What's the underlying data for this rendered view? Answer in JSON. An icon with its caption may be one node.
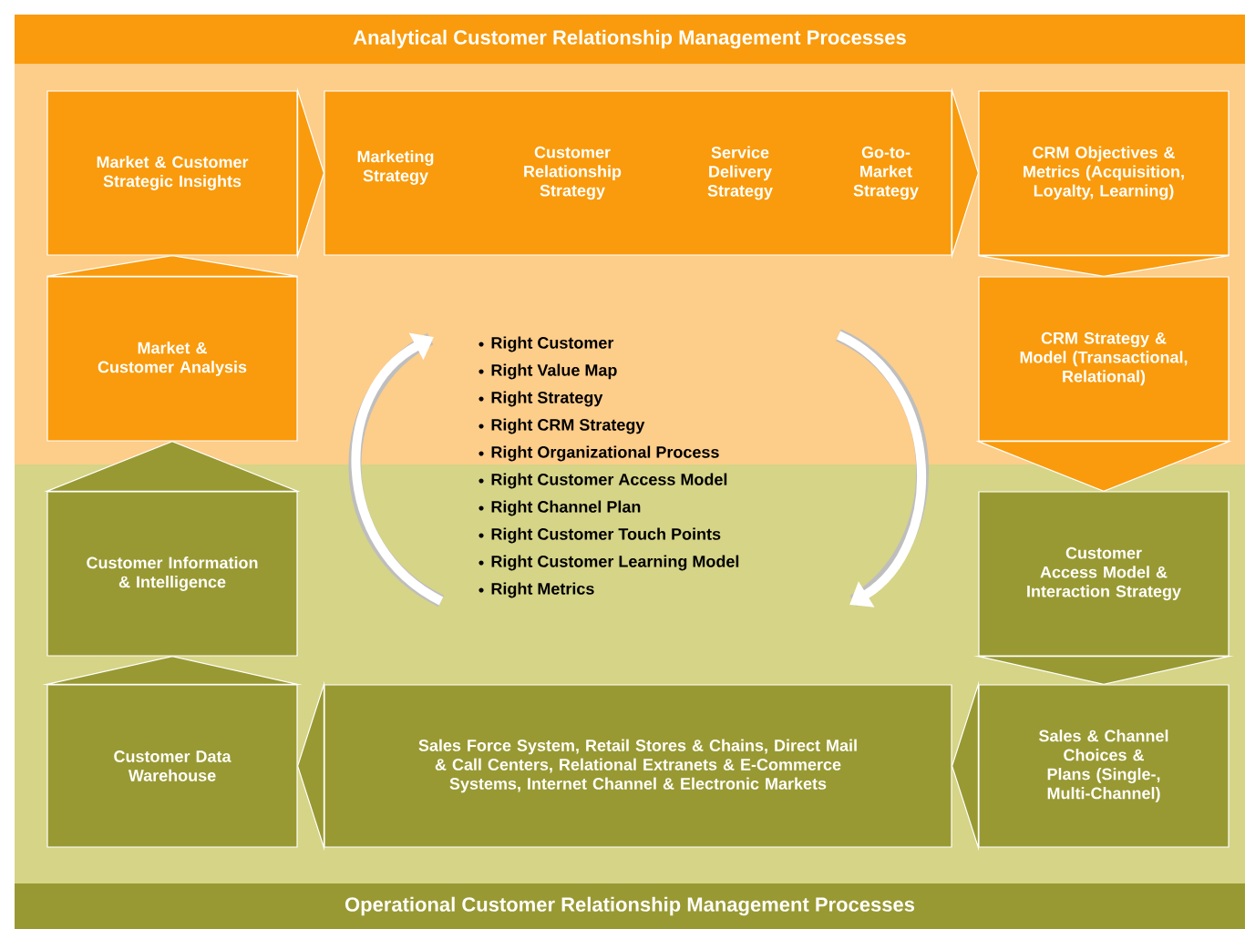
{
  "diagram": {
    "nodes": [
      {
        "text": [
          "Analytical Customer Relationship Management Processes"
        ]
      },
      {
        "text": [
          "Market & Customer Strategic Insights"
        ]
      },
      {
        "text": [
          "Marketing Strategy",
          "Customer Relationship Strategy",
          "Service Delivery Strategy",
          "Go-to-Market Strategy"
        ]
      },
      {
        "text": [
          "CRM Objectives & Metrics (Acquisition, Loyalty, Learning)"
        ]
      },
      {
        "text": [
          "CRM Strategy & Model (Transactional, Relational)"
        ]
      },
      {
        "text": [
          "Customer Access Model & Interaction Strategy"
        ]
      },
      {
        "text": [
          "Sales & Channel Choices & Plans (Single-, Multi-Channel)"
        ]
      },
      {
        "text": [
          "Sales Force System, Retail Stores & Chains, Direct Mail & Call Centers, Relational Extranets & E-Commerce Systems, Internet Channel & Electronic Markets"
        ]
      },
      {
        "text": [
          "Customer Data Warehouse"
        ]
      },
      {
        "text": [
          "Customer Information & Intelligence"
        ]
      },
      {
        "text": [
          "Market & Customer Analysis"
        ]
      },
      {
        "text": [
          "Operational Customer Relationship Management Processes"
        ]
      }
    ],
    "edges": [
      {
        "from": 1,
        "to": 2,
        "arrow": "to"
      },
      {
        "from": 2,
        "to": 3,
        "arrow": "to"
      },
      {
        "from": 3,
        "to": 4,
        "arrow": "to"
      },
      {
        "from": 4,
        "to": 5,
        "arrow": "to"
      },
      {
        "from": 5,
        "to": 6,
        "arrow": "to"
      },
      {
        "from": 6,
        "to": 7,
        "arrow": "to"
      },
      {
        "from": 7,
        "to": 8,
        "arrow": "to"
      },
      {
        "from": 8,
        "to": 9,
        "arrow": "to"
      },
      {
        "from": 9,
        "to": 10,
        "arrow": "to"
      },
      {
        "from": 10,
        "to": 1,
        "arrow": "to"
      }
    ],
    "labels": [
      "Right Customer",
      "Right Value Map",
      "Right Strategy",
      "Right CRM Strategy",
      "Right Organizational Process",
      "Right Customer Access Model",
      "Right Channel Plan",
      "Right Customer Touch Points",
      "Right Customer Learning Model",
      "Right Metrics"
    ]
  }
}
